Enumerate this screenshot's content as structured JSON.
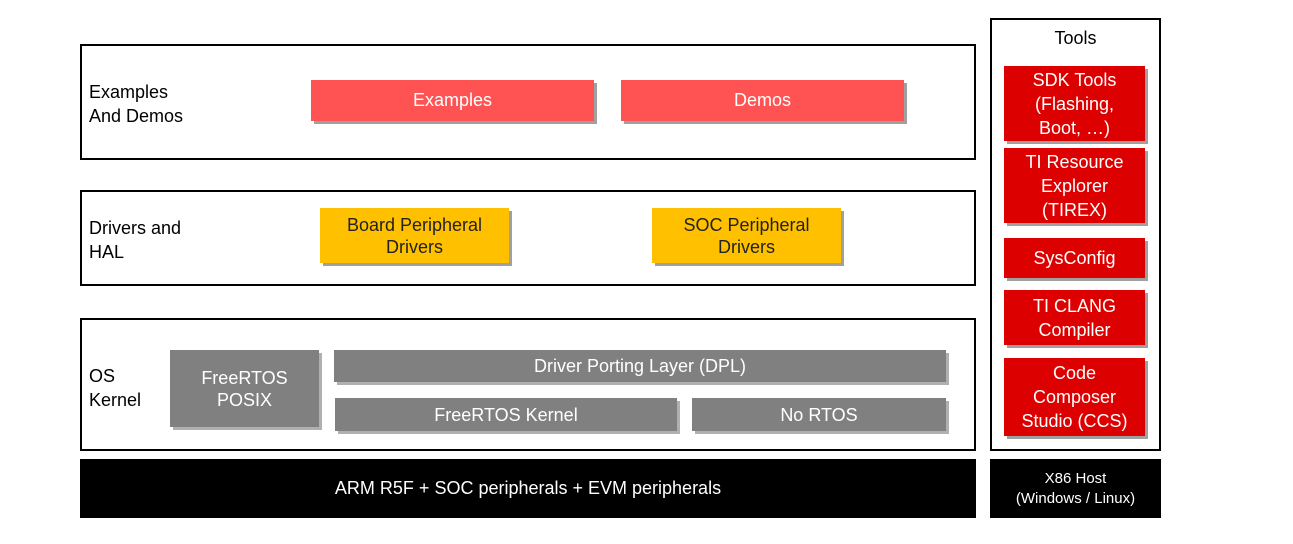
{
  "layers": {
    "examples": {
      "label": "Examples\nAnd Demos",
      "blocks": [
        "Examples",
        "Demos"
      ]
    },
    "drivers": {
      "label": "Drivers and\nHAL",
      "blocks": [
        "Board Peripheral\nDrivers",
        "SOC Peripheral\nDrivers"
      ]
    },
    "os": {
      "label": "OS\nKernel",
      "posix": "FreeRTOS\nPOSIX",
      "dpl": "Driver Porting Layer (DPL)",
      "kernel": "FreeRTOS Kernel",
      "nortos": "No RTOS"
    }
  },
  "hardware": "ARM R5F + SOC peripherals + EVM peripherals",
  "tools": {
    "title": "Tools",
    "items": [
      "SDK Tools\n(Flashing,\nBoot, …)",
      "TI Resource\nExplorer\n(TIREX)",
      "SysConfig",
      "TI CLANG\nCompiler",
      "Code\nComposer\nStudio (CCS)"
    ]
  },
  "host": "X86 Host\n(Windows / Linux)",
  "colors": {
    "examples": "#ff5252",
    "drivers": "#ffc000",
    "os": "#808080",
    "tools": "#dd0000",
    "base": "#000000"
  }
}
